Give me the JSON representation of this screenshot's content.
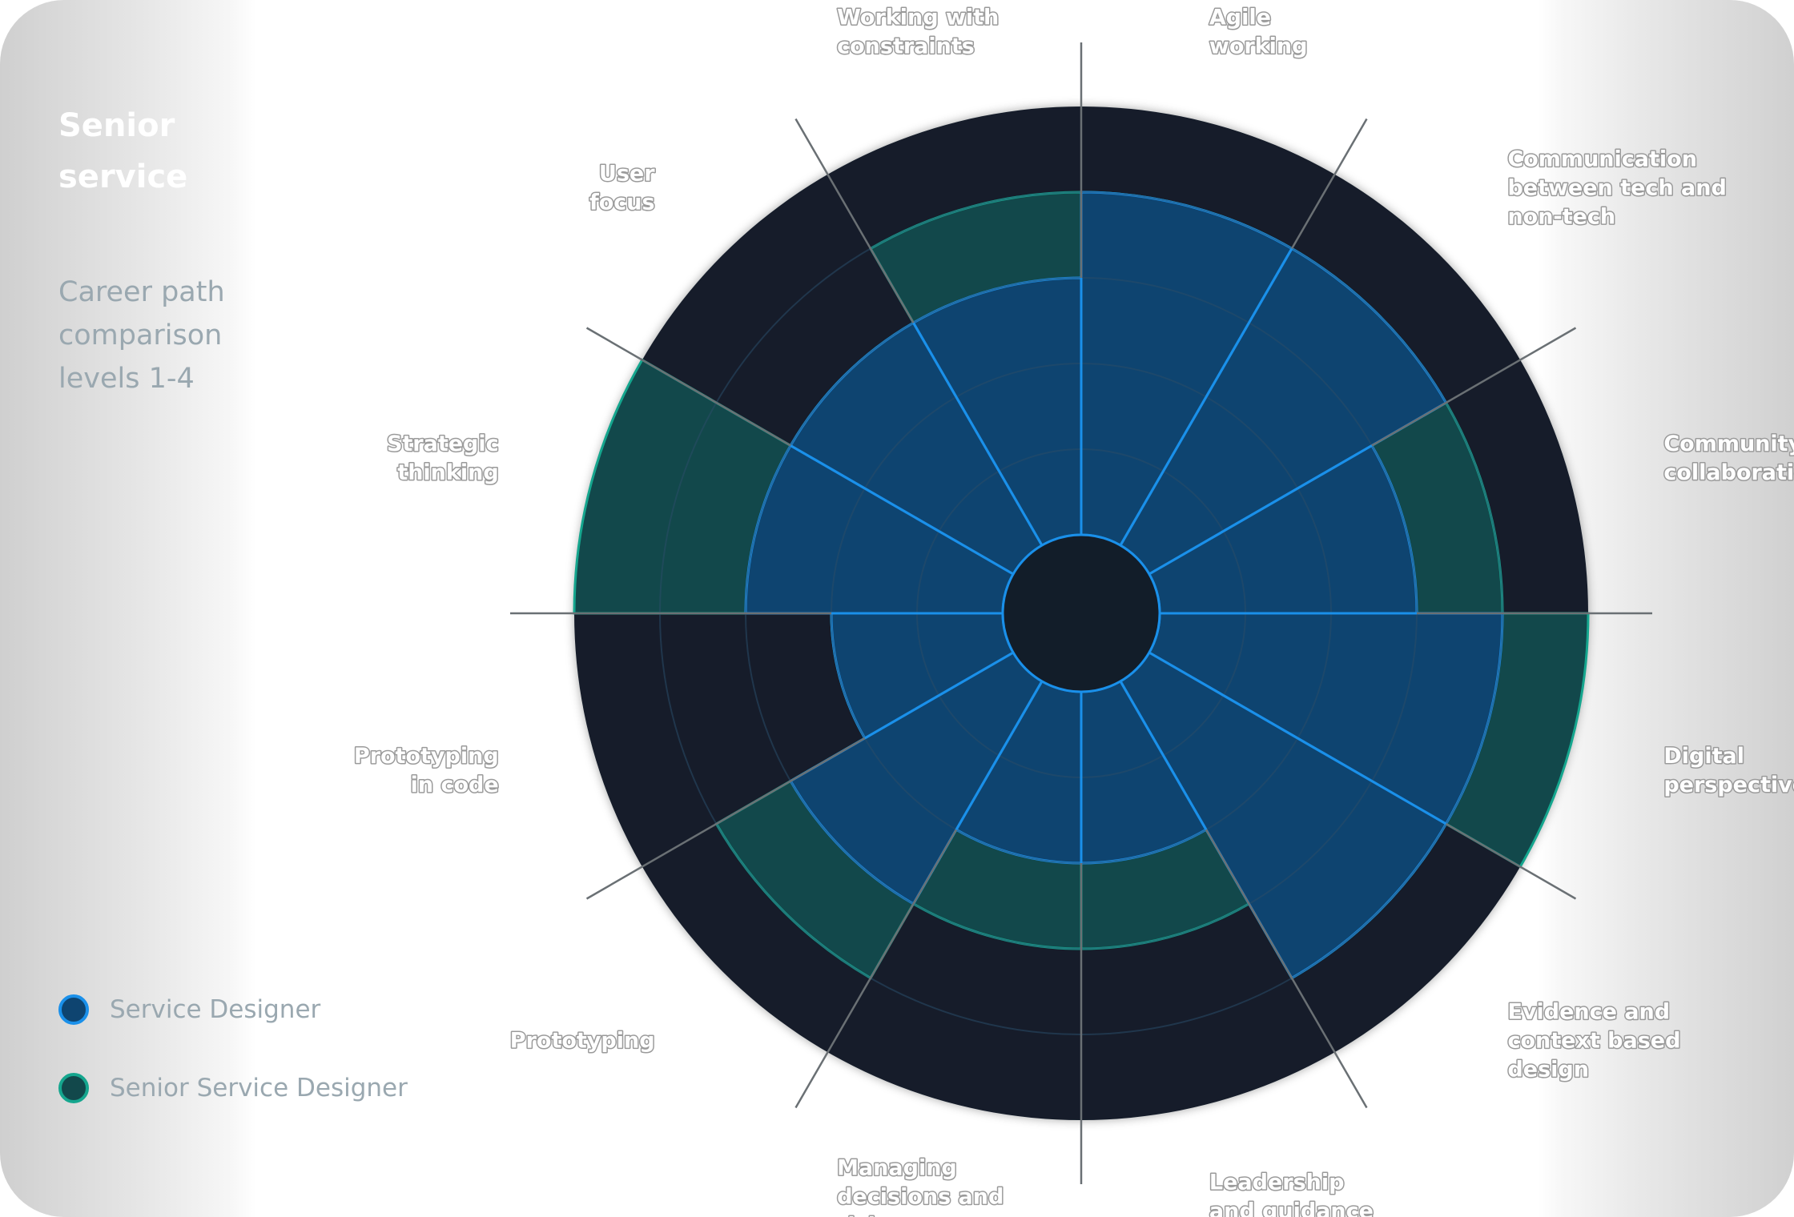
{
  "panel": {
    "title": "Senior service\ndesigner",
    "subtitle": "Career path\ncomparison\nlevels 1-4"
  },
  "legend": [
    {
      "label": "Service Designer",
      "fill": "#0e4470",
      "stroke": "#1a90ea"
    },
    {
      "label": "Senior Service Designer",
      "fill": "#12484b",
      "stroke": "#15a68e"
    }
  ],
  "colors": {
    "background_ring": "#121d29",
    "service_designer_fill": "#0e4470",
    "service_designer_stroke": "#1a90ea",
    "senior_fill": "#12484b",
    "senior_stroke": "#15a68e",
    "axis_line": "#6a7074",
    "grid_ring": "#2a4c68"
  },
  "chart_data": {
    "type": "polar-area",
    "levels_max": 4,
    "categories": [
      "Agile\nworking",
      "Communication\nbetween tech and\nnon-tech",
      "Community\ncollaboration",
      "Digital\nperspective",
      "Evidence and\ncontext based\ndesign",
      "Leadership\nand guidance",
      "Managing\ndecisions and\nrisk",
      "Prototyping",
      "Prototyping\nin code",
      "Strategic\nthinking",
      "User\nfocus",
      "Working with\nconstraints"
    ],
    "series": [
      {
        "name": "Service Designer",
        "values": [
          4,
          4,
          3,
          4,
          4,
          2,
          2,
          3,
          2,
          3,
          3,
          3
        ]
      },
      {
        "name": "Senior Service Designer",
        "values": [
          4,
          4,
          4,
          5,
          4,
          3,
          3,
          4,
          2,
          5,
          3,
          4
        ]
      }
    ]
  }
}
